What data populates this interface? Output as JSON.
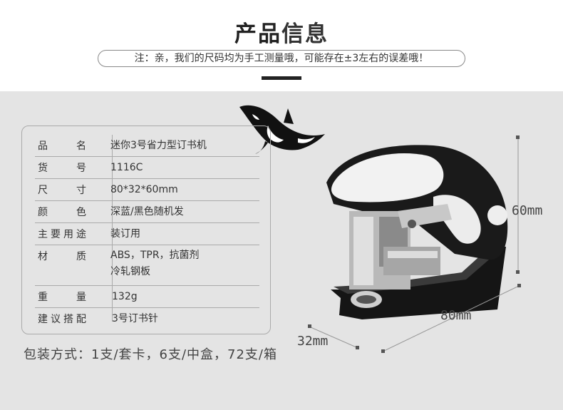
{
  "header": {
    "title_main": "产品",
    "title_accent": "信息",
    "note": "注：亲，我们的尺码均为手工测量哦，可能存在±3左右的误差哦！"
  },
  "specs": [
    {
      "label": "品　　名",
      "value": "迷你3号省力型订书机"
    },
    {
      "label": "货　　号",
      "value": "1116C"
    },
    {
      "label": "尺　　寸",
      "value": "80*32*60mm"
    },
    {
      "label": "颜　　色",
      "value": "深蓝/黑色随机发"
    },
    {
      "label": "主要用途",
      "value": "装订用"
    },
    {
      "label": "材　　质",
      "value": "ABS，TPR，抗菌剂",
      "value2": "冷轧钢板"
    },
    {
      "label": "重　　量",
      "value": "132g"
    },
    {
      "label": "建议搭配",
      "value": "3号订书针"
    }
  ],
  "packaging": "包装方式：1支/套卡，6支/中盒，72支/箱",
  "dimensions": {
    "height": "60mm",
    "length": "80mm",
    "width": "32mm"
  },
  "colors": {
    "background_gray": "#e4e4e4",
    "stapler_body": "#1a1a1a",
    "stapler_top": "#f2f2f2"
  },
  "icons": [
    "orca-icon",
    "stapler-product-image"
  ]
}
